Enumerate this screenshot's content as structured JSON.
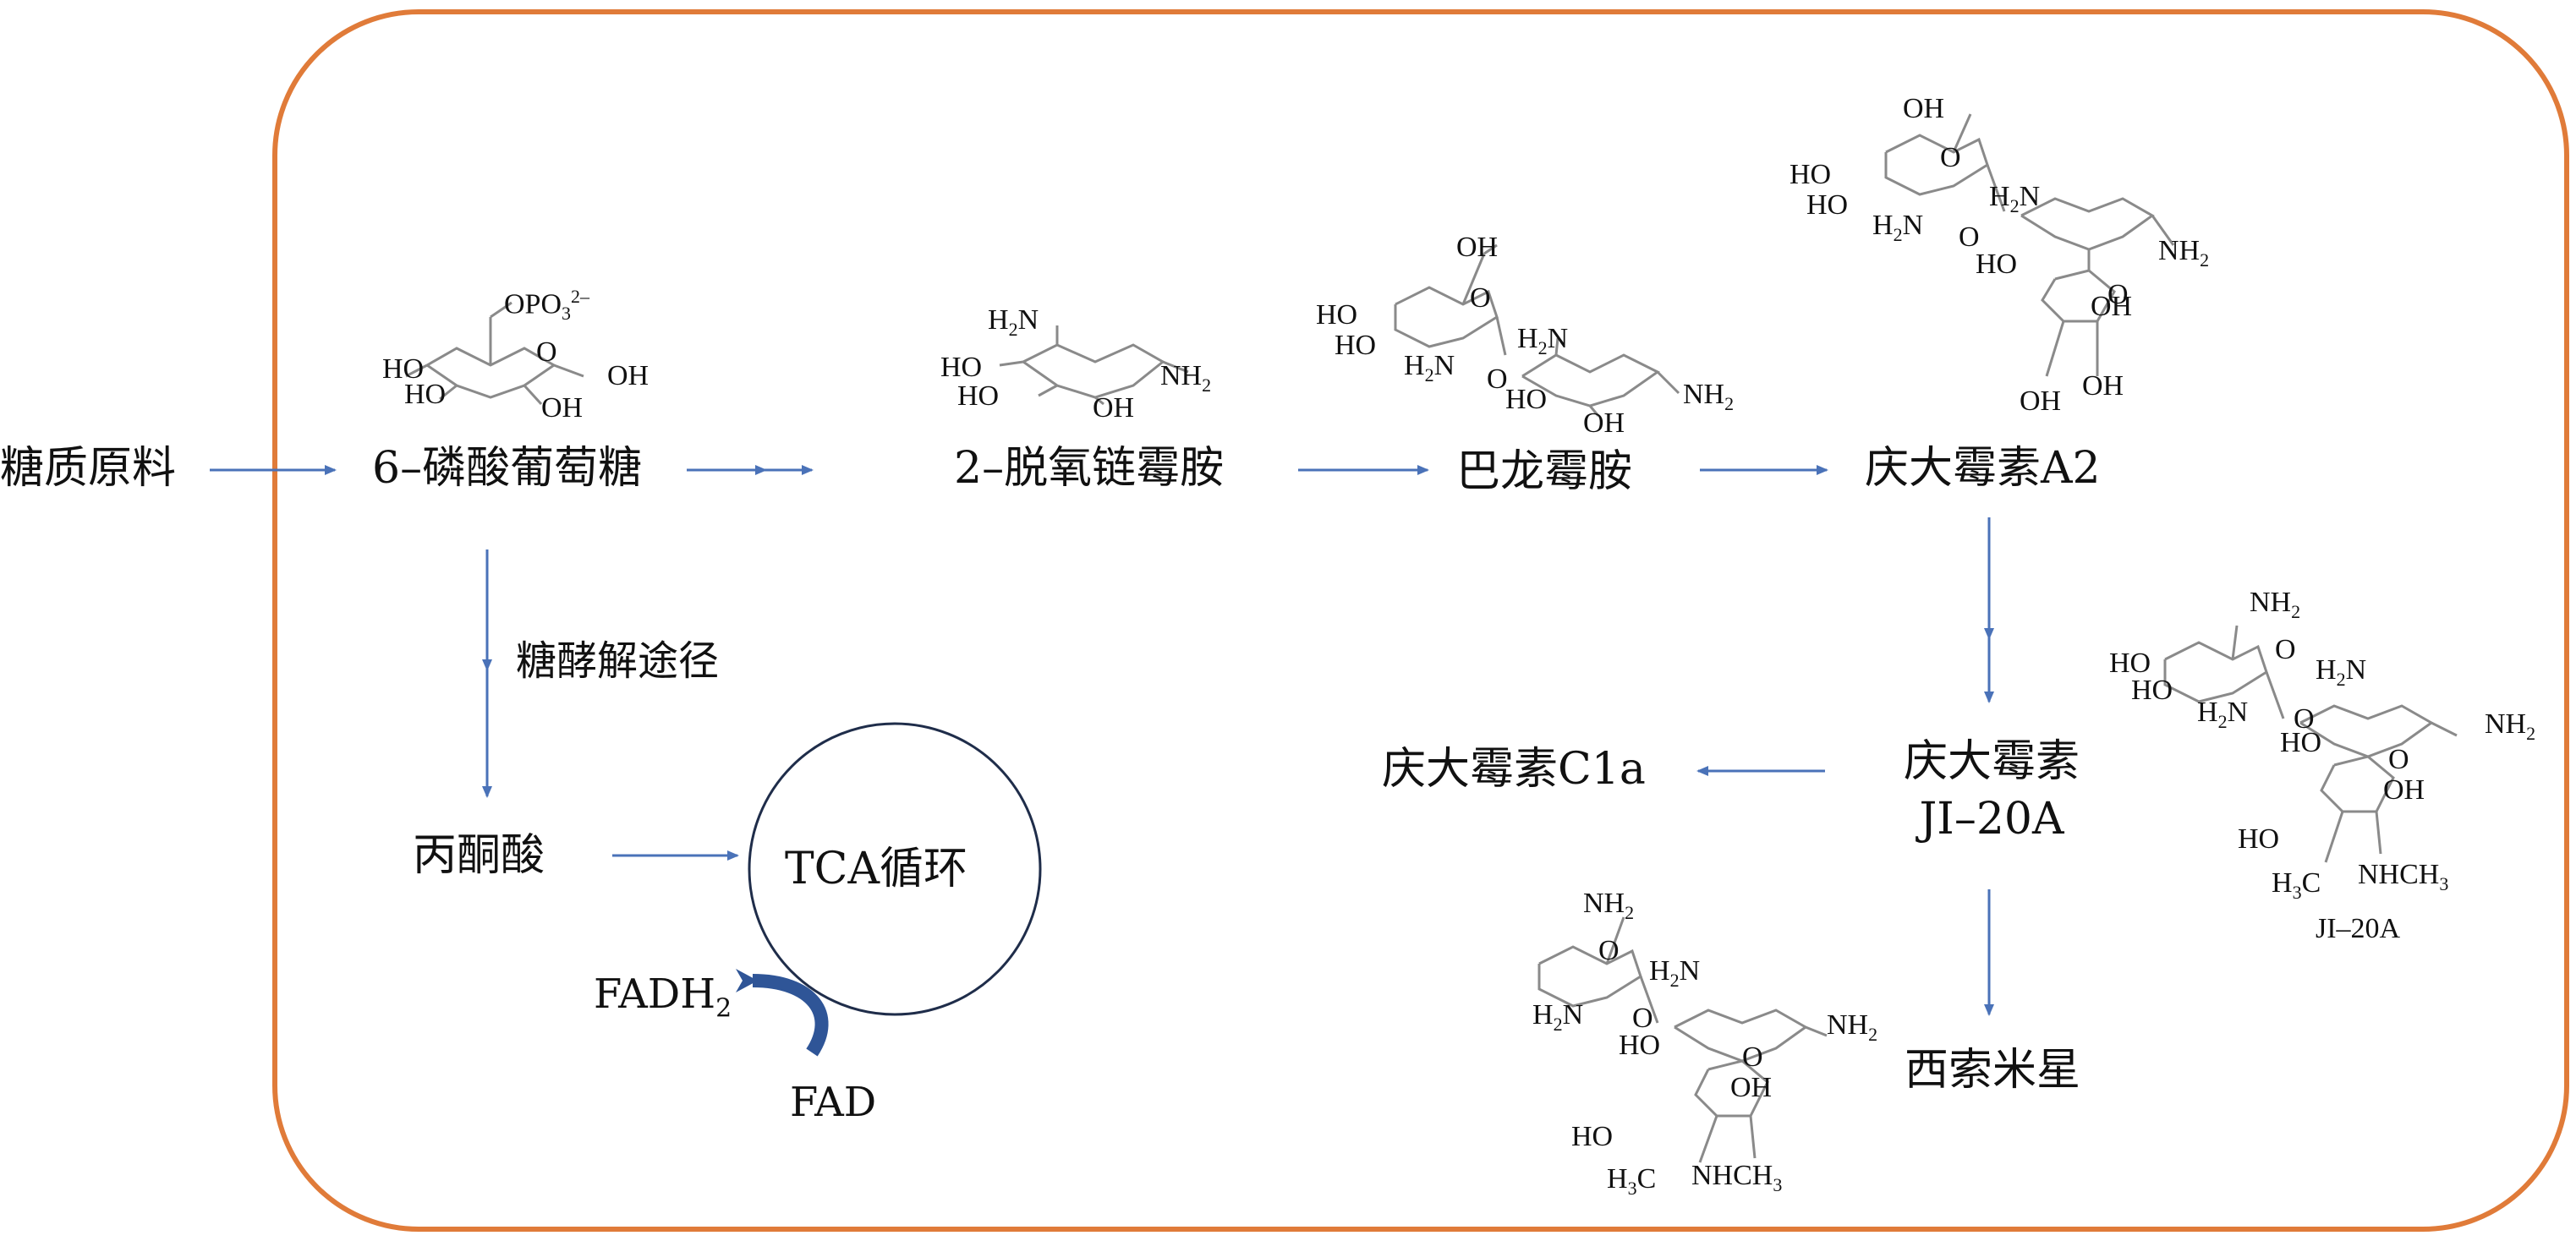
{
  "labels": {
    "raw_material": "糖质原料",
    "g6p": "6–磷酸葡萄糖",
    "dos": "2–脱氧链霉胺",
    "paromamine": "巴龙霉胺",
    "gentamicin_a2": "庆大霉素A2",
    "glycolysis": "糖酵解途径",
    "pyruvate": "丙酮酸",
    "tca": "TCA循环",
    "fadh2": "FADH",
    "fadh2_sub": "2",
    "fad": "FAD",
    "gentamicin_c1a": "庆大霉素C1a",
    "gentamicin_ji20a_line1": "庆大霉素",
    "gentamicin_ji20a_line2": "JI–20A",
    "sisomicin": "西索米星",
    "ji20a_structure_caption": "JI–20A"
  },
  "chem_text": {
    "OH": "OH",
    "HO": "HO",
    "O": "O",
    "NH": "NH",
    "H": "H",
    "N": "N",
    "C": "C",
    "NHCH": "NHCH",
    "OPO": "OPO",
    "sub2": "2",
    "sub3": "3",
    "sup2minus": "2–"
  },
  "colors": {
    "frame": "#E07B39",
    "arrow": "#4A72B8",
    "bond": "#8a8a8a",
    "circle": "#1f2d4a",
    "curved_arrow": "#2f5597"
  }
}
